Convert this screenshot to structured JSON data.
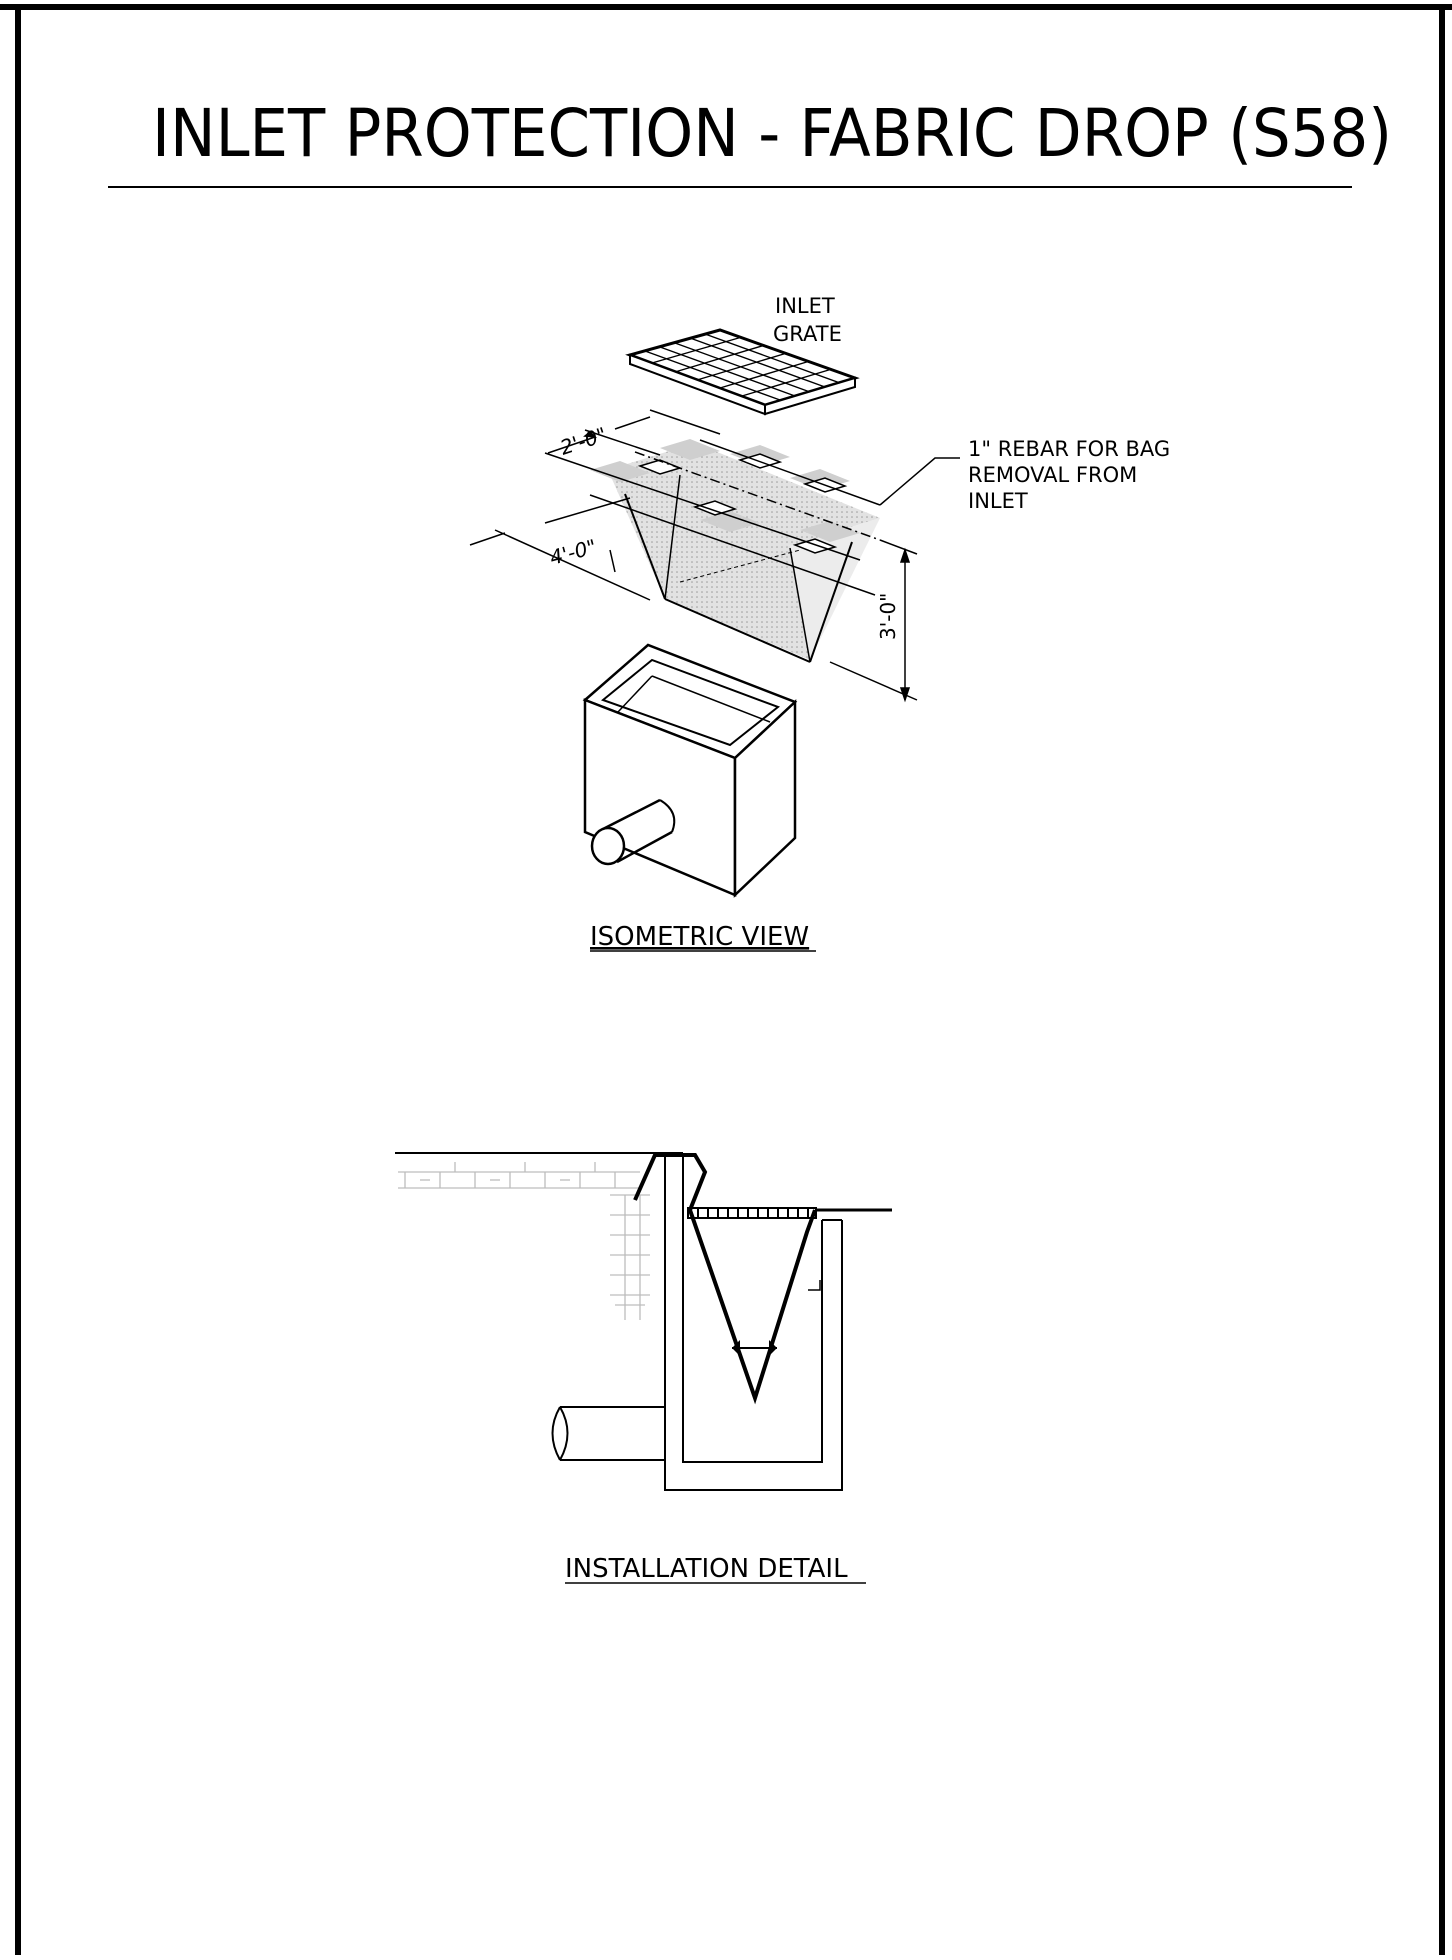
{
  "drawing": {
    "title": "INLET PROTECTION - FABRIC DROP (S58)"
  },
  "isometric": {
    "caption": "ISOMETRIC VIEW",
    "grate_label_1": "INLET",
    "grate_label_2": "GRATE",
    "rebar_label_1": "1\" REBAR FOR BAG",
    "rebar_label_2": "REMOVAL FROM",
    "rebar_label_3": "INLET",
    "dim_width": "2'-0\"",
    "dim_length": "4'-0\"",
    "dim_depth": "3'-0\""
  },
  "installation": {
    "caption": "INSTALLATION DETAIL"
  },
  "colors": {
    "line": "#000000",
    "fabric_fill": "#d9d9d9",
    "soil_hatch": "#bdbdbd"
  }
}
